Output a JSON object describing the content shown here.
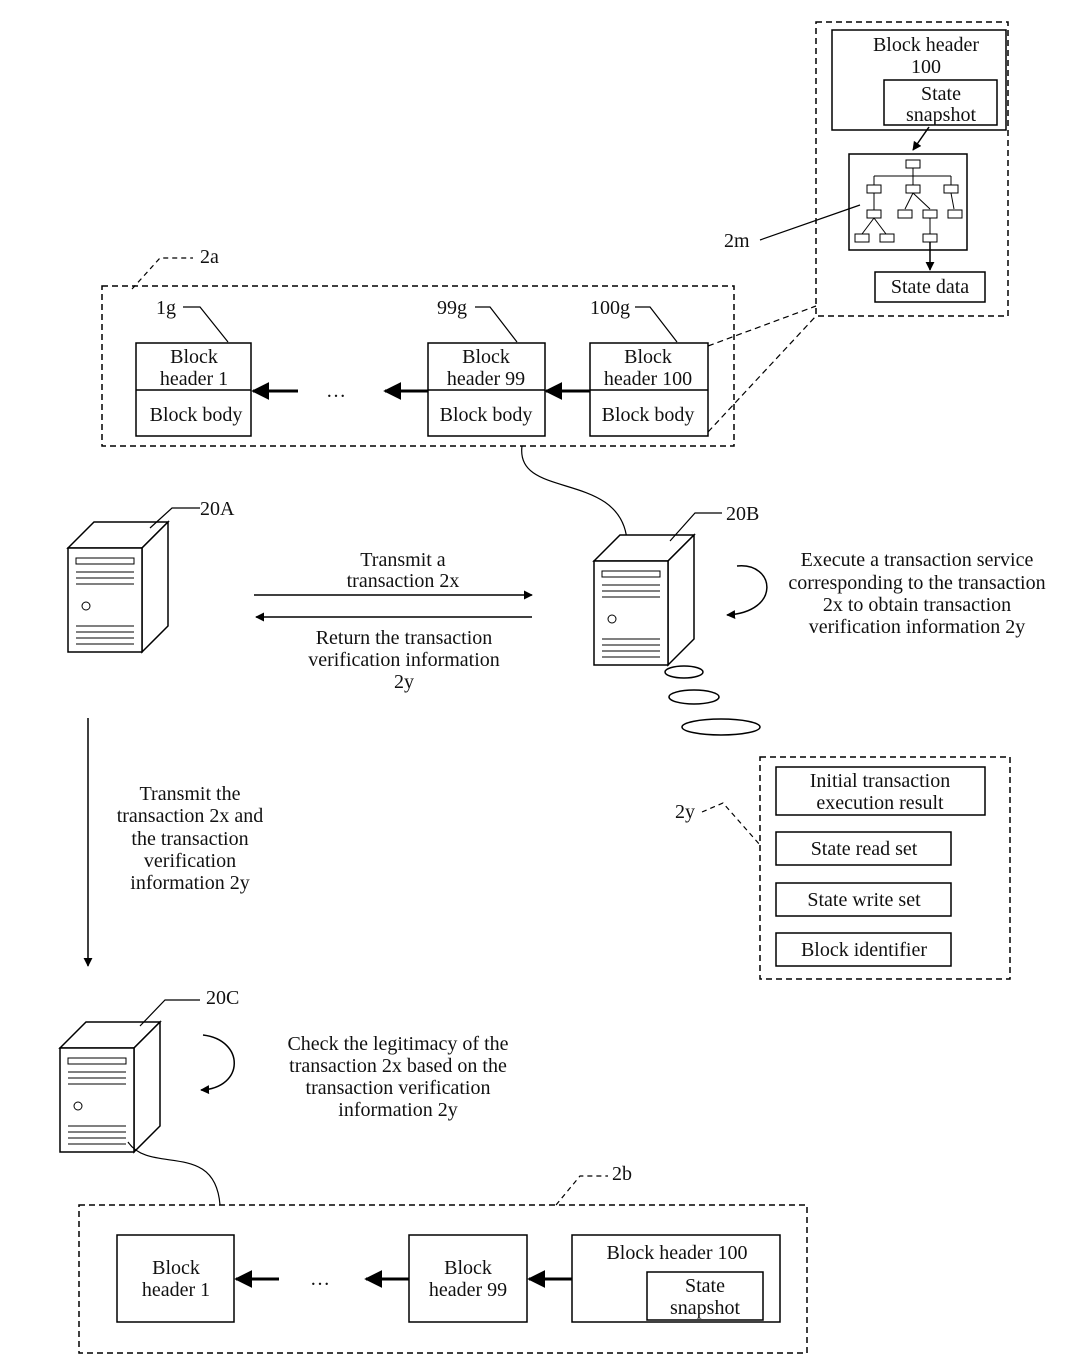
{
  "top_detail": {
    "block_header_line1": "Block header",
    "block_header_line2": "100",
    "state_snapshot_line1": "State",
    "state_snapshot_line2": "snapshot",
    "tree_label": "2m",
    "state_data": "State data"
  },
  "chain_a": {
    "label": "2a",
    "blocks": [
      {
        "tag": "1g",
        "header_line1": "Block",
        "header_line2": "header 1",
        "body": "Block body"
      },
      {
        "tag": "99g",
        "header_line1": "Block",
        "header_line2": "header 99",
        "body": "Block body"
      },
      {
        "tag": "100g",
        "header_line1": "Block",
        "header_line2": "header 100",
        "body": "Block body"
      }
    ],
    "ellipsis": "…"
  },
  "nodes": {
    "a": "20A",
    "b": "20B",
    "c": "20C"
  },
  "messages": {
    "transmit_line1": "Transmit a",
    "transmit_line2": "transaction 2x",
    "return_line1": "Return the transaction",
    "return_line2": "verification information",
    "return_line3": "2y",
    "execute_line1": "Execute a transaction service",
    "execute_line2": "corresponding to the transaction",
    "execute_line3": "2x to obtain transaction",
    "execute_line4": "verification information 2y",
    "forward_line1": "Transmit the",
    "forward_line2": "transaction 2x and",
    "forward_line3": "the transaction",
    "forward_line4": "verification",
    "forward_line5": "information 2y",
    "check_line1": "Check the legitimacy of the",
    "check_line2": "transaction 2x based on the",
    "check_line3": "transaction verification",
    "check_line4": "information 2y"
  },
  "verification_info": {
    "label": "2y",
    "items": [
      {
        "line1": "Initial transaction",
        "line2": "execution result"
      },
      {
        "line1": "State read set"
      },
      {
        "line1": "State write set"
      },
      {
        "line1": "Block identifier"
      }
    ]
  },
  "chain_b": {
    "label": "2b",
    "block1_line1": "Block",
    "block1_line2": "header 1",
    "block99_line1": "Block",
    "block99_line2": "header 99",
    "block100_header": "Block header 100",
    "snapshot_line1": "State",
    "snapshot_line2": "snapshot",
    "ellipsis": "…"
  }
}
